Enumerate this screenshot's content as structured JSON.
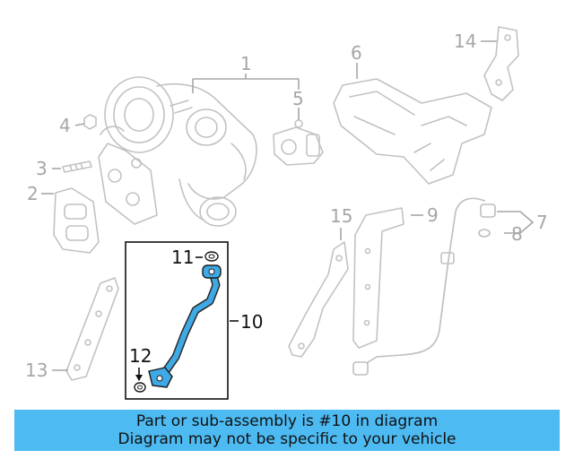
{
  "diagram": {
    "callouts": [
      {
        "id": "1",
        "label": "1"
      },
      {
        "id": "2",
        "label": "2"
      },
      {
        "id": "3",
        "label": "3"
      },
      {
        "id": "4",
        "label": "4"
      },
      {
        "id": "5",
        "label": "5"
      },
      {
        "id": "6",
        "label": "6"
      },
      {
        "id": "7",
        "label": "7"
      },
      {
        "id": "8",
        "label": "8"
      },
      {
        "id": "9",
        "label": "9"
      },
      {
        "id": "10",
        "label": "10"
      },
      {
        "id": "11",
        "label": "11"
      },
      {
        "id": "12",
        "label": "12"
      },
      {
        "id": "13",
        "label": "13"
      },
      {
        "id": "14",
        "label": "14"
      },
      {
        "id": "15",
        "label": "15"
      }
    ],
    "highlight_color": "#3fa9e6",
    "parts_color": "#c2c2c2"
  },
  "banner": {
    "line1": "Part or sub-assembly is #10 in diagram",
    "line2": "Diagram may not be specific to your vehicle",
    "background": "#4dbaf2"
  }
}
